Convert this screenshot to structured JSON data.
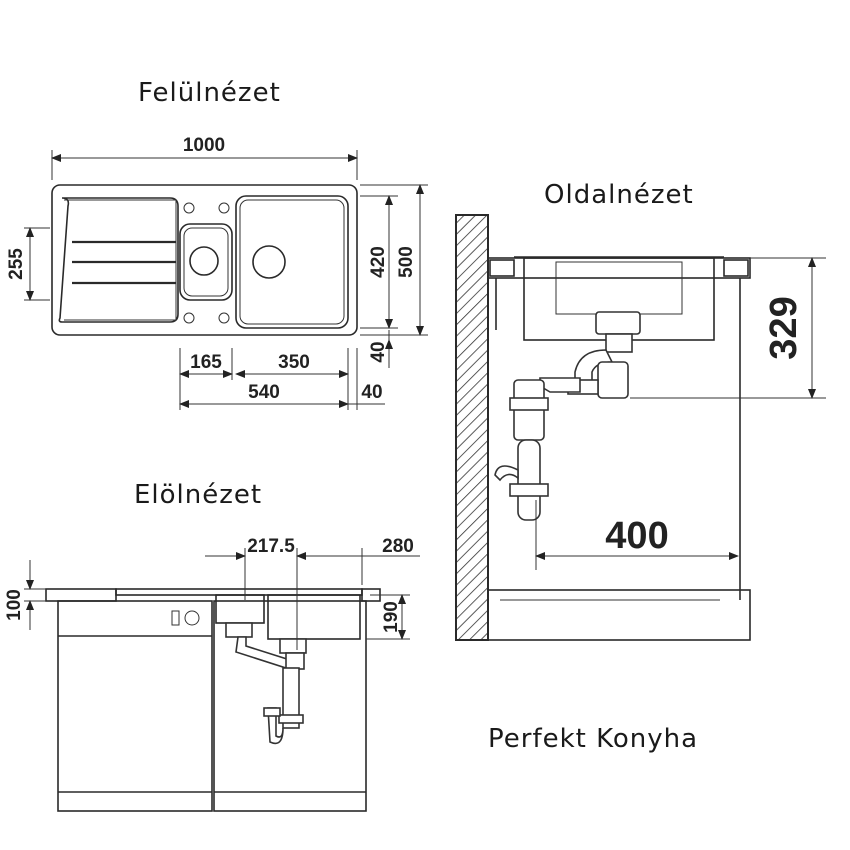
{
  "views": {
    "top": "Felülnézet",
    "side": "Oldalnézet",
    "front": "Elölnézet"
  },
  "watermark": "Perfekt Konyha",
  "dimensions": {
    "top_width": "1000",
    "top_left_height": "255",
    "top_inner_height": "420",
    "top_outer_height": "500",
    "top_small_bowl": "165",
    "top_large_bowl": "350",
    "top_bowls_total": "540",
    "top_right_margin_a": "40",
    "top_right_margin_b": "40",
    "side_depth": "329",
    "side_offset": "400",
    "front_offset": "217.5",
    "front_width": "280",
    "front_left_height": "100",
    "front_bowl_depth": "190"
  }
}
